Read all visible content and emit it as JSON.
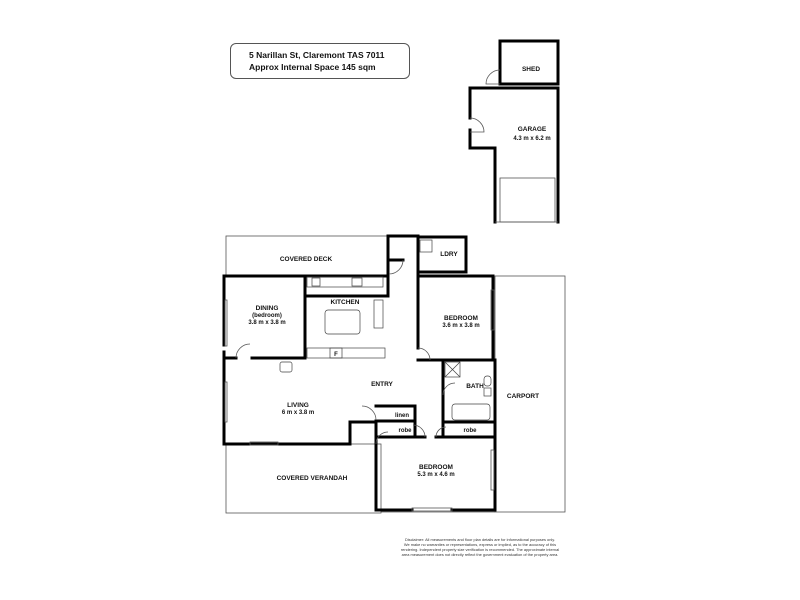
{
  "header": {
    "address": "5 Narillan St, Claremont TAS 7011",
    "space": "Approx Internal Space 145 sqm"
  },
  "rooms": {
    "shed": "SHED",
    "garage": {
      "name": "GARAGE",
      "size": "4.3 m x 6.2 m"
    },
    "covered_deck": "COVERED DECK",
    "laundry": "LDRY",
    "kitchen": "KITCHEN",
    "dining": {
      "name": "DINING",
      "note": "(bedroom)",
      "size": "3.8 m x 3.8 m"
    },
    "bedroom_1": {
      "name": "BEDROOM",
      "size": "3.6 m x 3.8 m"
    },
    "fridge": "F",
    "entry": "ENTRY",
    "bath": "BATH",
    "carport": "CARPORT",
    "living": {
      "name": "LIVING",
      "size": "6 m x 3.8 m"
    },
    "linen": "linen",
    "robe_left": "robe",
    "robe_right": "robe",
    "bedroom_2": {
      "name": "BEDROOM",
      "size": "5.3 m x 4.6 m"
    },
    "covered_verandah": "COVERED VERANDAH"
  },
  "disclaimer": [
    "Disclaimer: All measurements and floor plan details are for informational purposes only.",
    "We make no warranties or representations, express or implied, as to the accuracy of this",
    "rendering. Independent property size verification is recommended. The approximate internal",
    "area measurement does not directly reflect the government evaluation of the property area."
  ]
}
